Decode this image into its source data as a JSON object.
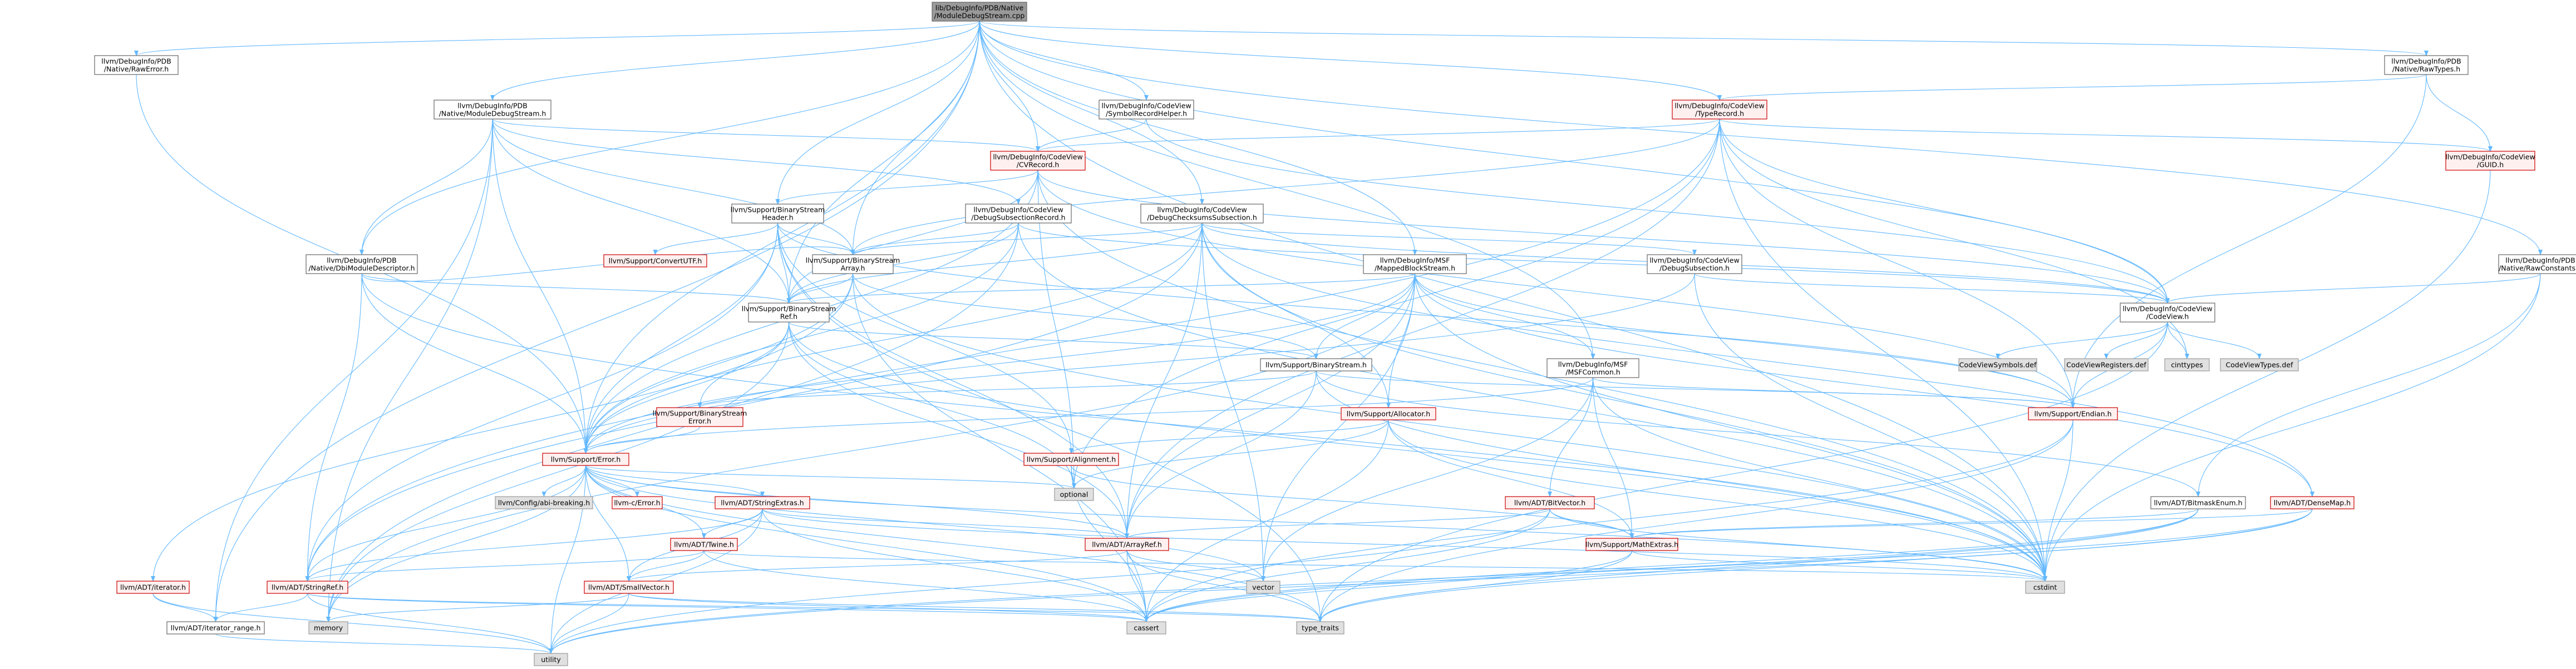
{
  "colors": {
    "root_fill": "#999999",
    "root_stroke": "#666666",
    "normal_fill": "#ffffff",
    "normal_stroke": "#666666",
    "red_fill": "#fff0f0",
    "red_stroke": "#cc0000",
    "ext_fill": "#e0e0e0",
    "ext_stroke": "#999999",
    "edge": "#63b8ff"
  },
  "nodes": [
    {
      "id": "root",
      "style": "root",
      "lines": [
        "lib/DebugInfo/PDB/Native",
        "/ModuleDebugStream.cpp"
      ]
    },
    {
      "id": "rawerror",
      "style": "normal",
      "lines": [
        "llvm/DebugInfo/PDB",
        "/Native/RawError.h"
      ]
    },
    {
      "id": "mds",
      "style": "normal",
      "lines": [
        "llvm/DebugInfo/PDB",
        "/Native/ModuleDebugStream.h"
      ]
    },
    {
      "id": "srh",
      "style": "normal",
      "lines": [
        "llvm/DebugInfo/CodeView",
        "/SymbolRecordHelper.h"
      ]
    },
    {
      "id": "typerecord",
      "style": "red",
      "lines": [
        "llvm/DebugInfo/CodeView",
        "/TypeRecord.h"
      ]
    },
    {
      "id": "rawtypes",
      "style": "normal",
      "lines": [
        "llvm/DebugInfo/PDB",
        "/Native/RawTypes.h"
      ]
    },
    {
      "id": "cvrecord",
      "style": "red",
      "lines": [
        "llvm/DebugInfo/CodeView",
        "/CVRecord.h"
      ]
    },
    {
      "id": "guid",
      "style": "red",
      "lines": [
        "llvm/DebugInfo/CodeView",
        "/GUID.h"
      ]
    },
    {
      "id": "bsheader",
      "style": "normal",
      "lines": [
        "llvm/Support/BinaryStream",
        "Header.h"
      ]
    },
    {
      "id": "dsr",
      "style": "normal",
      "lines": [
        "llvm/DebugInfo/CodeView",
        "/DebugSubsectionRecord.h"
      ]
    },
    {
      "id": "dcs",
      "style": "normal",
      "lines": [
        "llvm/DebugInfo/CodeView",
        "/DebugChecksumsSubsection.h"
      ]
    },
    {
      "id": "rawconst",
      "style": "normal",
      "lines": [
        "llvm/DebugInfo/PDB",
        "/Native/RawConstants.h"
      ]
    },
    {
      "id": "dbimod",
      "style": "normal",
      "lines": [
        "llvm/DebugInfo/PDB",
        "/Native/DbiModuleDescriptor.h"
      ]
    },
    {
      "id": "convutf",
      "style": "red",
      "lines": [
        "llvm/Support/ConvertUTF.h"
      ]
    },
    {
      "id": "bsarray",
      "style": "normal",
      "lines": [
        "llvm/Support/BinaryStream",
        "Array.h"
      ]
    },
    {
      "id": "mbs",
      "style": "normal",
      "lines": [
        "llvm/DebugInfo/MSF",
        "/MappedBlockStream.h"
      ]
    },
    {
      "id": "dsub",
      "style": "normal",
      "lines": [
        "llvm/DebugInfo/CodeView",
        "/DebugSubsection.h"
      ]
    },
    {
      "id": "codeview",
      "style": "normal",
      "lines": [
        "llvm/DebugInfo/CodeView",
        "/CodeView.h"
      ]
    },
    {
      "id": "bsref",
      "style": "normal",
      "lines": [
        "llvm/Support/BinaryStream",
        "Ref.h"
      ]
    },
    {
      "id": "bstream",
      "style": "normal",
      "lines": [
        "llvm/Support/BinaryStream.h"
      ]
    },
    {
      "id": "msfcommon",
      "style": "normal",
      "lines": [
        "llvm/DebugInfo/MSF",
        "/MSFCommon.h"
      ]
    },
    {
      "id": "cvsym",
      "style": "ext",
      "lines": [
        "CodeViewSymbols.def"
      ]
    },
    {
      "id": "cvreg",
      "style": "ext",
      "lines": [
        "CodeViewRegisters.def"
      ]
    },
    {
      "id": "cinttypes",
      "style": "ext",
      "lines": [
        "cinttypes"
      ]
    },
    {
      "id": "cvtypes",
      "style": "ext",
      "lines": [
        "CodeViewTypes.def"
      ]
    },
    {
      "id": "bserror",
      "style": "red",
      "lines": [
        "llvm/Support/BinaryStream",
        "Error.h"
      ]
    },
    {
      "id": "allocator",
      "style": "red",
      "lines": [
        "llvm/Support/Allocator.h"
      ]
    },
    {
      "id": "endian",
      "style": "red",
      "lines": [
        "llvm/Support/Endian.h"
      ]
    },
    {
      "id": "alignment",
      "style": "red",
      "lines": [
        "llvm/Support/Alignment.h"
      ]
    },
    {
      "id": "error",
      "style": "red",
      "lines": [
        "llvm/Support/Error.h"
      ]
    },
    {
      "id": "optional",
      "style": "ext",
      "lines": [
        "optional"
      ]
    },
    {
      "id": "bitmaskenum",
      "style": "normal",
      "lines": [
        "llvm/ADT/BitmaskEnum.h"
      ]
    },
    {
      "id": "bitvector",
      "style": "red",
      "lines": [
        "llvm/ADT/BitVector.h"
      ]
    },
    {
      "id": "densemap",
      "style": "red",
      "lines": [
        "llvm/ADT/DenseMap.h"
      ]
    },
    {
      "id": "abi",
      "style": "ext",
      "lines": [
        "llvm/Config/abi-breaking.h"
      ]
    },
    {
      "id": "cerror",
      "style": "red",
      "lines": [
        "llvm/Support/Error.h"
      ],
      "alt": [
        "llvm-c/Error.h"
      ]
    },
    {
      "id": "stringextras",
      "style": "red",
      "lines": [
        "llvm/ADT/StringExtras.h"
      ]
    },
    {
      "id": "arrayref",
      "style": "red",
      "lines": [
        "llvm/ADT/ArrayRef.h"
      ]
    },
    {
      "id": "mathextras",
      "style": "red",
      "lines": [
        "llvm/Support/MathExtras.h"
      ]
    },
    {
      "id": "twine",
      "style": "red",
      "lines": [
        "llvm/ADT/Twine.h"
      ]
    },
    {
      "id": "vector",
      "style": "ext",
      "lines": [
        "vector"
      ]
    },
    {
      "id": "cstdint",
      "style": "ext",
      "lines": [
        "cstdint"
      ]
    },
    {
      "id": "iterator",
      "style": "red",
      "lines": [
        "llvm/ADT/iterator.h"
      ]
    },
    {
      "id": "stringref",
      "style": "red",
      "lines": [
        "llvm/ADT/StringRef.h"
      ]
    },
    {
      "id": "smallvector",
      "style": "red",
      "lines": [
        "llvm/ADT/SmallVector.h"
      ]
    },
    {
      "id": "memory",
      "style": "ext",
      "lines": [
        "memory"
      ]
    },
    {
      "id": "iterrange",
      "style": "normal",
      "lines": [
        "llvm/ADT/iterator_range.h"
      ]
    },
    {
      "id": "cassert",
      "style": "ext",
      "lines": [
        "cassert"
      ]
    },
    {
      "id": "typetraits",
      "style": "ext",
      "lines": [
        "type_traits"
      ]
    },
    {
      "id": "utility",
      "style": "ext",
      "lines": [
        "utility"
      ]
    }
  ]
}
